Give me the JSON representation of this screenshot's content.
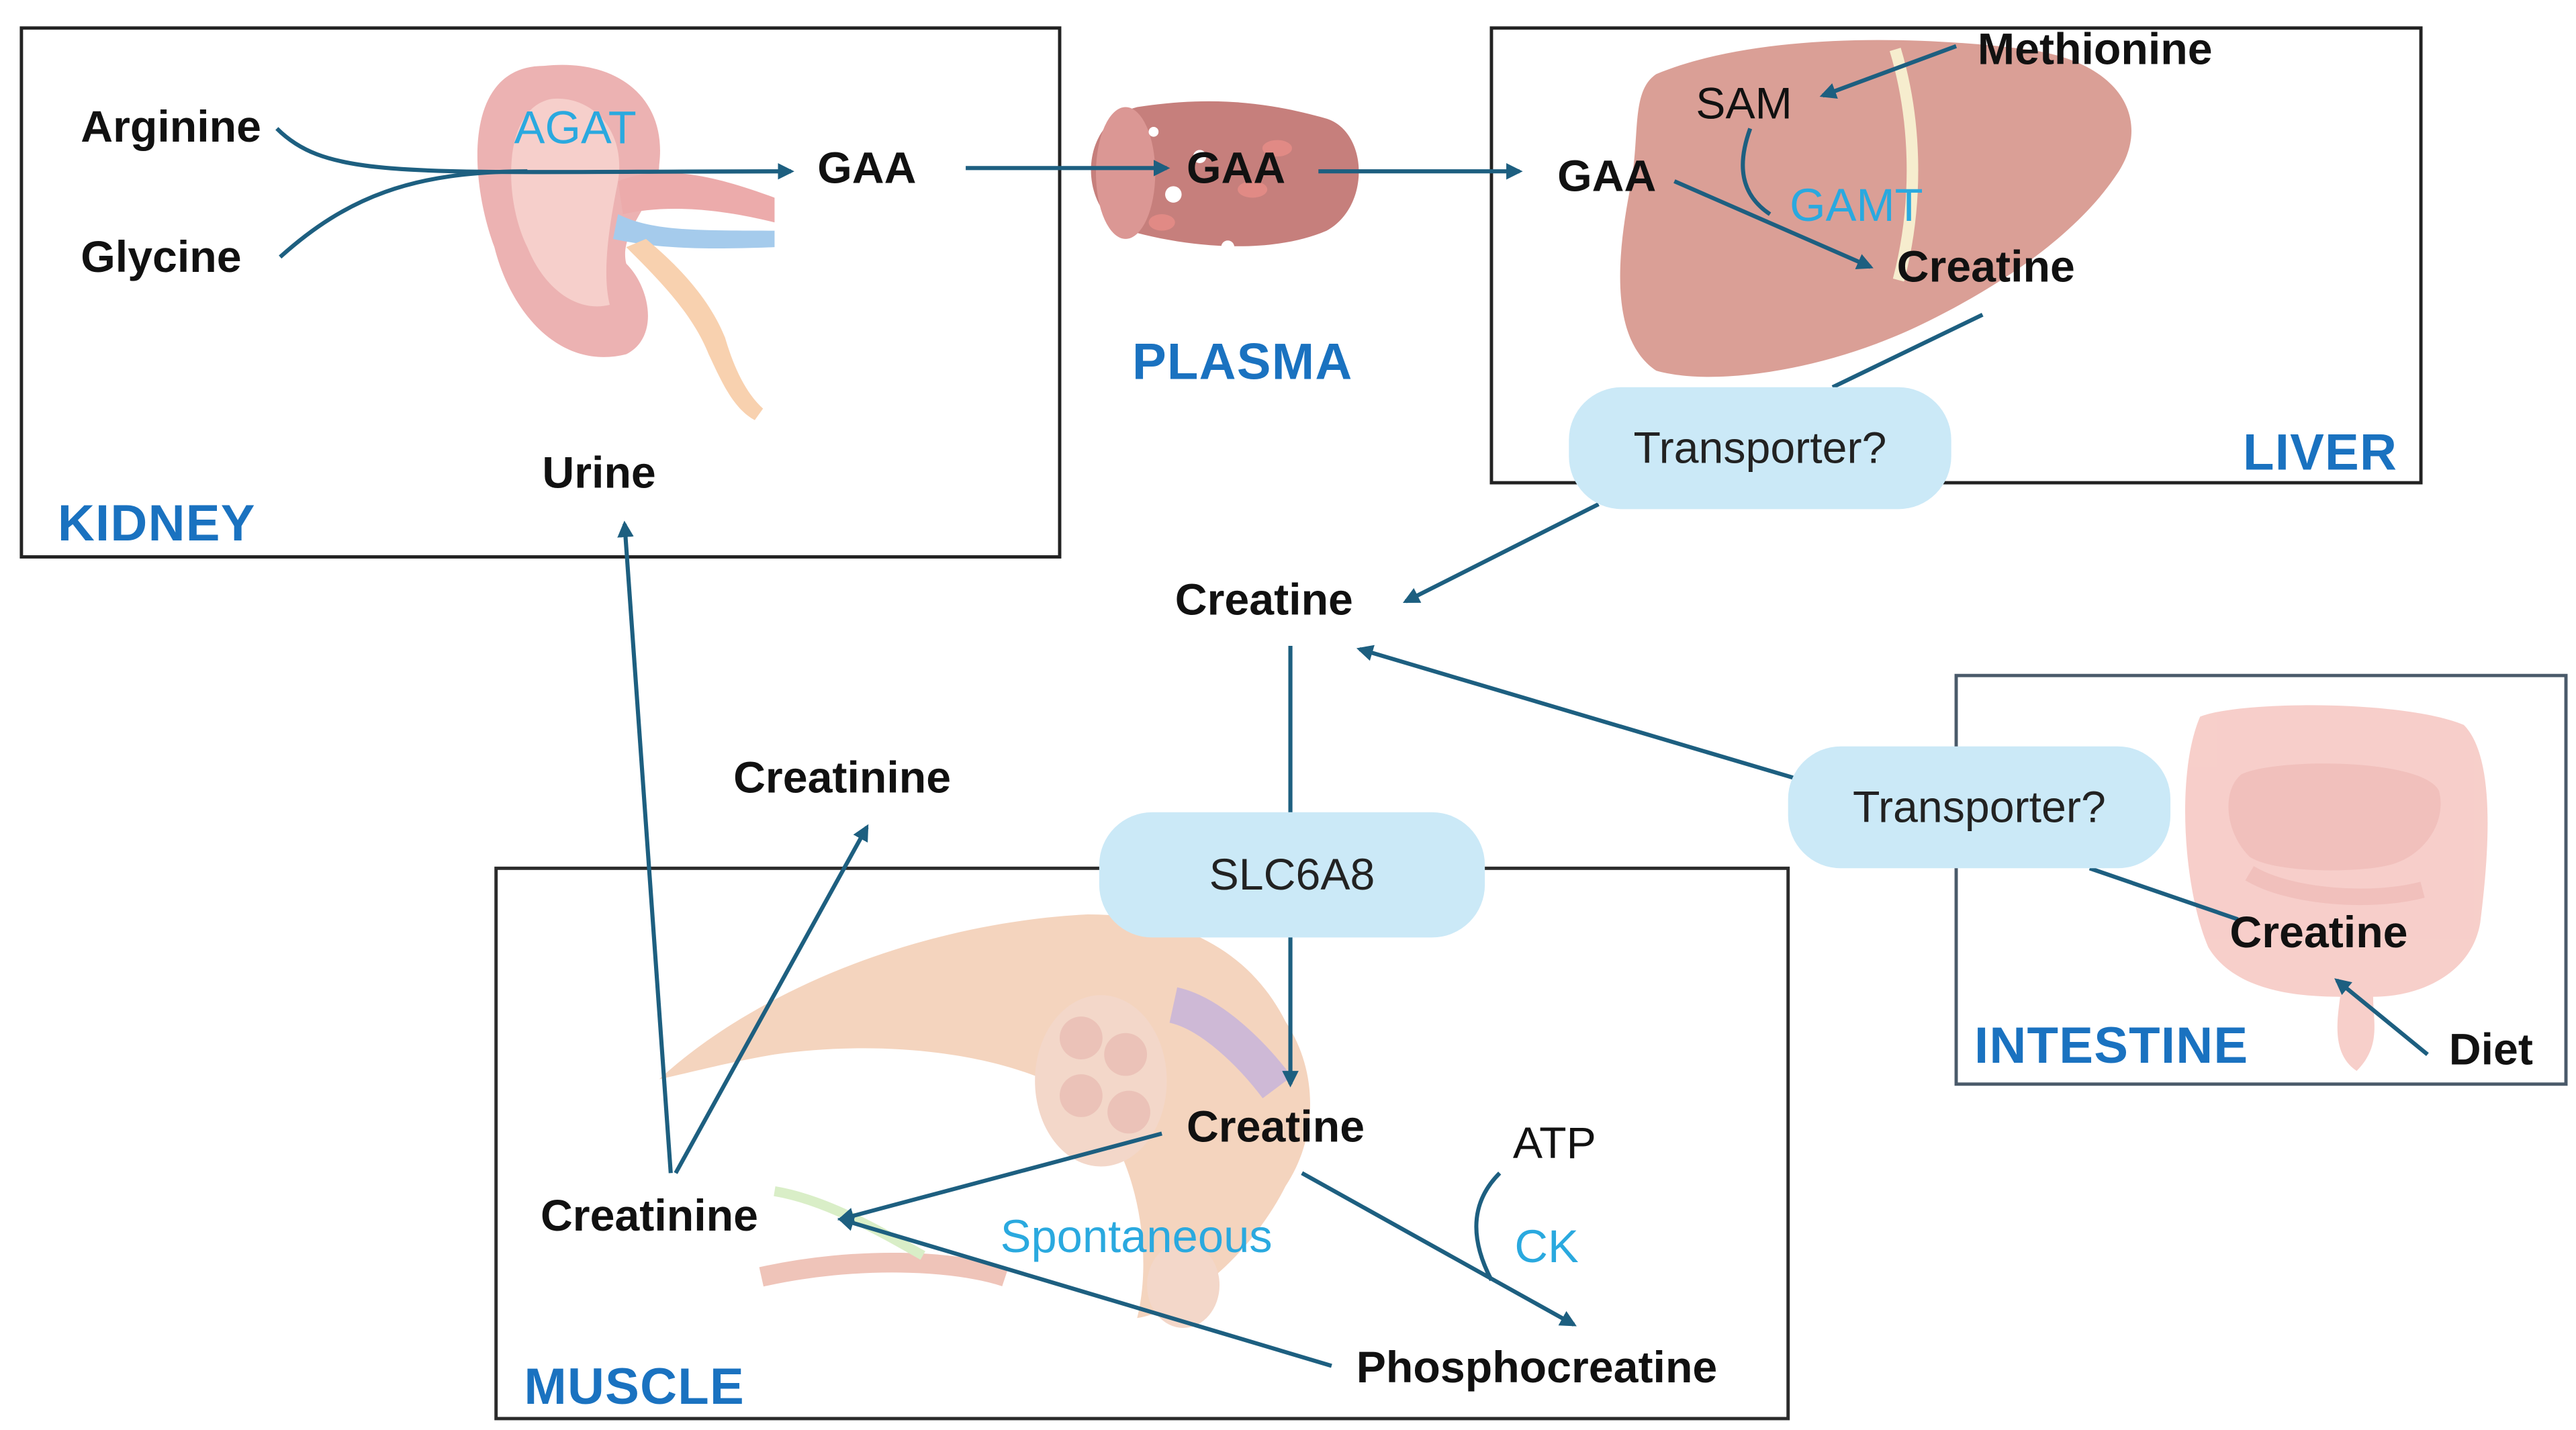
{
  "regions": {
    "kidney": "KIDNEY",
    "liver": "LIVER",
    "plasma": "PLASMA",
    "intestine": "INTESTINE",
    "muscle": "MUSCLE"
  },
  "kidney": {
    "arginine": "Arginine",
    "glycine": "Glycine",
    "enzyme": "AGAT",
    "product": "GAA",
    "urine": "Urine"
  },
  "plasma": {
    "gaa": "GAA"
  },
  "liver": {
    "methionine": "Methionine",
    "sam": "SAM",
    "gaa": "GAA",
    "enzyme": "GAMT",
    "creatine": "Creatine",
    "transporter": "Transporter?"
  },
  "circulation": {
    "creatine": "Creatine",
    "transporter": "SLC6A8"
  },
  "intestine": {
    "transporter": "Transporter?",
    "creatine": "Creatine",
    "diet": "Diet"
  },
  "muscle": {
    "creatinine_out": "Creatinine",
    "creatine": "Creatine",
    "atp": "ATP",
    "enzyme_ck": "CK",
    "spontaneous": "Spontaneous",
    "creatinine": "Creatinine",
    "phosphocreatine": "Phosphocreatine"
  },
  "colors": {
    "arrow": "#1d5f80",
    "region_label": "#1a72c0",
    "enzyme_label": "#2aa9df",
    "transporter_fill": "#cbe9f7"
  },
  "icons": [
    "kidney-illustration",
    "blood-vessel-illustration",
    "liver-illustration",
    "intestine-illustration",
    "muscle-illustration"
  ]
}
